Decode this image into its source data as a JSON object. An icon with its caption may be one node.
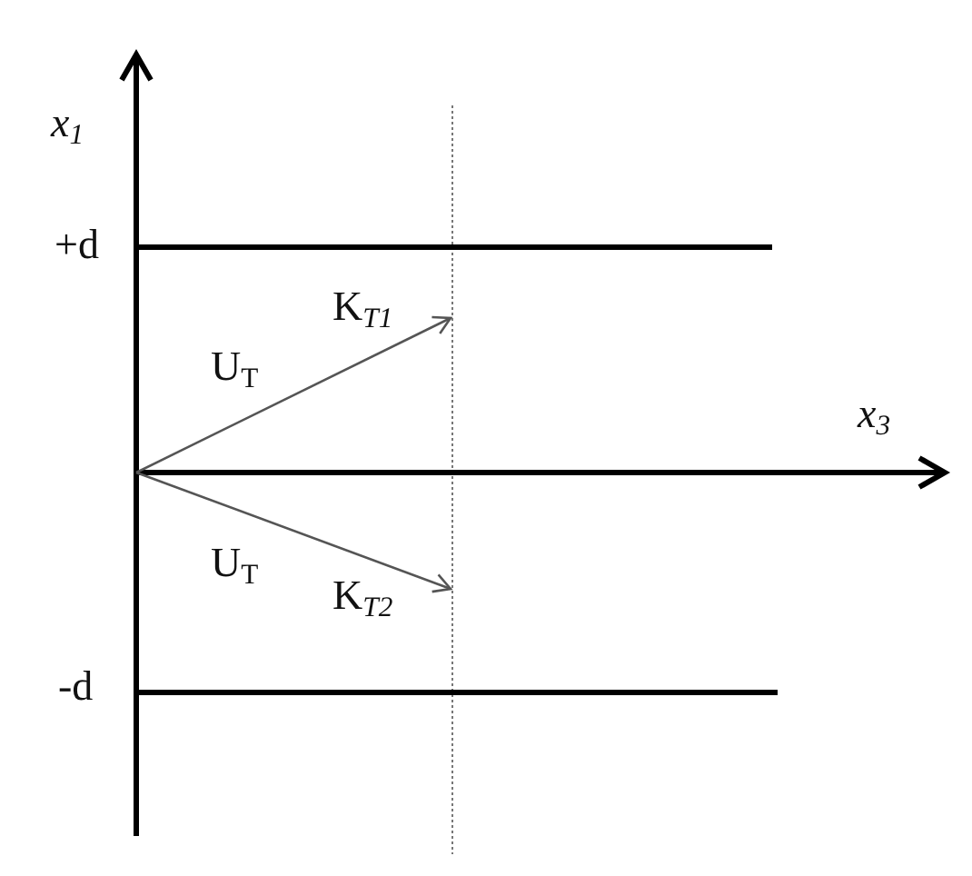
{
  "diagram": {
    "labels": [
      "x$_{1}$",
      "+d",
      "K$_{T1}$",
      "U$_{T}$",
      "x$_{3}$",
      "U$_{T}$",
      "K$_{T2}$",
      "-d"
    ]
  }
}
